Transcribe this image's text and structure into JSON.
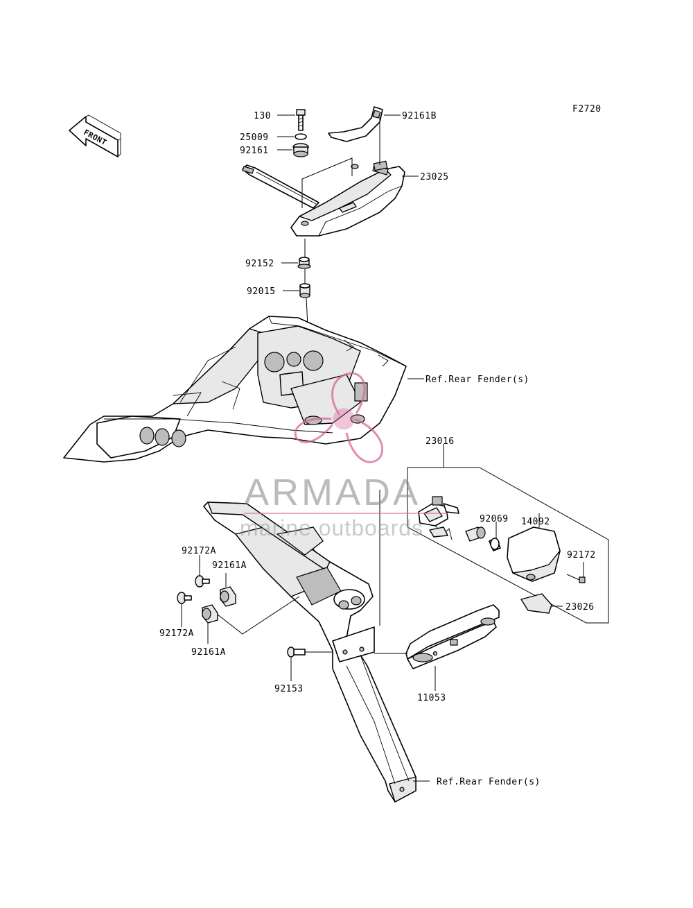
{
  "figure_code": "F2720",
  "front_arrow": {
    "label": "FRONT"
  },
  "parts": {
    "p130": "130",
    "p25009": "25009",
    "p92161": "92161",
    "p92161B": "92161B",
    "p23025": "23025",
    "p92152": "92152",
    "p92015": "92015",
    "p23016": "23016",
    "p92069": "92069",
    "p14092": "14092",
    "p92172": "92172",
    "p23026": "23026",
    "p11053": "11053",
    "p92172A_top": "92172A",
    "p92161A_top": "92161A",
    "p92172A_bottom": "92172A",
    "p92161A_bottom": "92161A",
    "p92153": "92153"
  },
  "references": {
    "rear_fender_top": "Ref.Rear Fender(s)",
    "rear_fender_bottom": "Ref.Rear Fender(s)"
  },
  "watermark": {
    "brand": "ARMADA",
    "tagline": "marine outboards",
    "color": "#d9669a"
  }
}
